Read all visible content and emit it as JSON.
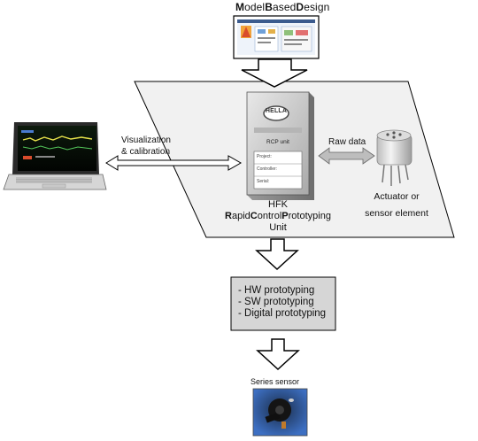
{
  "header": {
    "title_parts": [
      {
        "text": "M",
        "bold": true
      },
      {
        "text": "odel",
        "bold": false
      },
      {
        "text": "B",
        "bold": true
      },
      {
        "text": "ased",
        "bold": false
      },
      {
        "text": "D",
        "bold": true
      },
      {
        "text": "esign",
        "bold": false
      }
    ]
  },
  "left_link": {
    "label_line1": "Visualization",
    "label_line2": "& calibration"
  },
  "right_link": {
    "label": "Raw data"
  },
  "rcp_device": {
    "brand": "HELLA",
    "face_label": "RCP unit",
    "form_rows": [
      "Project:",
      "Controller:",
      "Serial:"
    ]
  },
  "rcp_caption": {
    "line1": "HFK",
    "line2_parts": [
      {
        "text": "R",
        "bold": true
      },
      {
        "text": "apid",
        "bold": false
      },
      {
        "text": "C",
        "bold": true
      },
      {
        "text": "ontrol",
        "bold": false
      },
      {
        "text": "P",
        "bold": true
      },
      {
        "text": "rototyping",
        "bold": false
      }
    ],
    "line3": "Unit"
  },
  "actuator": {
    "line1": "Actuator or",
    "line2": "sensor element"
  },
  "prototyping_box": {
    "items": [
      "- HW prototyping",
      "- SW prototyping",
      "- Digital prototyping"
    ]
  },
  "series": {
    "label": "Series sensor"
  },
  "colors": {
    "parallelogram_fill": "#f1f1f1",
    "box_fill": "#d6d6d6",
    "arrow_fill": "#ffffff",
    "outline": "#000000"
  }
}
